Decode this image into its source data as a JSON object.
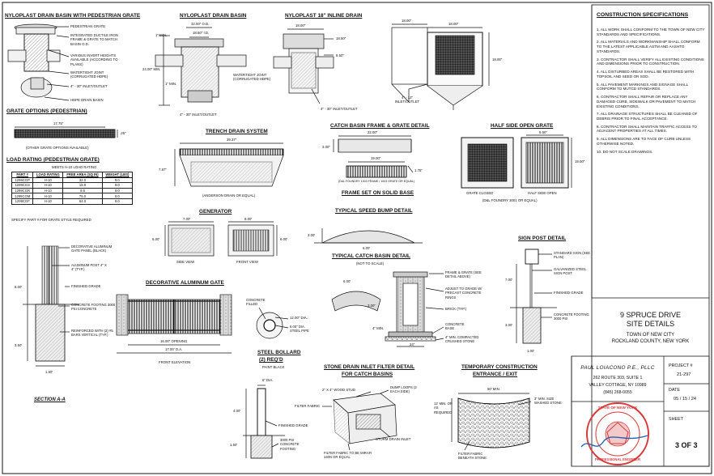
{
  "details": {
    "nyloplast_pedestrian": {
      "title": "NYLOPLAST DRAIN BASIN WITH PEDESTRIAN GRATE",
      "callouts": [
        "PEDESTRIAN GRATE",
        "INTEGRATED DUCTILE IRON FRAME & GRATE TO MATCH BASIN O.D.",
        "VARIOUS INVERT HEIGHTS AVAILABLE (ACCORDING TO PLANS)",
        "WATERTIGHT JOINT (CORRUGATED HDPE)",
        "4\" - 30\" INLET/OUTLET",
        "HDPE DRAIN BASIN"
      ]
    },
    "nyloplast_basin": {
      "title": "NYLOPLAST DRAIN BASIN",
      "dims": [
        "32.00\" O.D.",
        "18.50\" I.D.",
        "1\" MIN.",
        "24.00\" MIN.",
        "1\" MIN."
      ],
      "callouts": [
        "WATERTIGHT JOINT (CORRUGATED HDPE)",
        "4\" - 30\" INLET/OUTLET"
      ]
    },
    "inline_drain": {
      "title": "NYLOPLAST 18\" INLINE DRAIN",
      "dims": [
        "18.00\"",
        "18.50\"",
        "8.50\""
      ],
      "callouts": [
        "4\" - 30\" INLET/OUTLET"
      ]
    },
    "catch_basin_plan": {
      "dims": [
        "18.00\"",
        "18.00\"",
        "18.00\""
      ],
      "callout": "4\" - 12\" INLET/OUTLET"
    },
    "grate_options": {
      "title": "GRATE OPTIONS (PEDESTRIAN)",
      "dims": [
        "17.75\"",
        ".25\""
      ],
      "note": "(OTHER GRATE OPTIONS AVAILABLE)"
    },
    "load_rating": {
      "title": "LOAD RATING (PEDESTRIAN GRATE)",
      "subtitle": "MEETS H-10 LOAD RATING",
      "headers": [
        "PART #",
        "LOAD RATING",
        "FREE AREA (SQ IN)",
        "WEIGHT (LBS)"
      ],
      "rows": [
        [
          "1299CGP",
          "H-10",
          "32.0",
          "9.0"
        ],
        [
          "1299CGS",
          "H-10",
          "18.9",
          "9.0"
        ],
        [
          "1299CGR",
          "H-10",
          "9.6",
          "9.0"
        ],
        [
          "1299CGM",
          "H-10",
          "76.0",
          "9.0"
        ],
        [
          "1299CGF",
          "H-10",
          "64.0",
          "9.0"
        ]
      ],
      "note": "SPECIFY PART # FOR GRATE STYLE REQUIRED"
    },
    "trench_drain": {
      "title": "TRENCH DRAIN SYSTEM",
      "dims": [
        "39.37\"",
        "7.87\""
      ],
      "note": "(ANDERSON DRAIN OR EQUAL)"
    },
    "cb_frame_grate": {
      "title": "CATCH BASIN FRAME & GRATE DETAIL",
      "dims": [
        "22.00\"",
        "3.00\"",
        "19.00\"",
        "1.75\""
      ],
      "note": "(D&L FOUNDRY 1003 FRAME / 1003 GRATE OR EQUAL)",
      "subtitle": "FRAME SET ON SOLID BASE"
    },
    "half_side_grate": {
      "title": "HALF SIDE OPEN GRATE",
      "dims": [
        "9.50\"",
        "19.00\""
      ],
      "labels": [
        "GRATE CLOSED",
        "HALF SIDE OPEN"
      ],
      "note": "(D&L FOUNDRY 3001 OR EQUAL)"
    },
    "generator": {
      "title": "GENERATOR",
      "dims": [
        "7.00'",
        "8.00'",
        "6.00'",
        "6.00'"
      ],
      "labels": [
        "SIDE VIEW",
        "FRONT VIEW"
      ]
    },
    "speed_bump": {
      "title": "TYPICAL SPEED BUMP DETAIL",
      "dims": [
        "3.00'",
        "6.00'"
      ]
    },
    "typical_catch_basin": {
      "title": "TYPICAL CATCH BASIN DETAIL",
      "subtitle": "(NOT TO SCALE)",
      "dims": [
        "6.00'",
        "3.00\"",
        "4\" MIN.",
        "24\""
      ],
      "callouts": [
        "FRAME & GRATE (SEE DETAIL ABOVE)",
        "ADJUST TO GRADE W/ PRECAST CONCRETE RINGS",
        "BRICK (TYP.)",
        "CONCRETE BASE",
        "4\" MIN. COMPACTED CRUSHED STONE"
      ]
    },
    "sign_post": {
      "title": "SIGN POST DETAIL",
      "dims": [
        "7.00'",
        "3.00'",
        "1.00'"
      ],
      "callouts": [
        "STANDARD SIGN (SEE PLAN)",
        "GALVANIZED STEEL SIGN POST",
        "FINISHED GRADE",
        "CONCRETE FOOTING 3000 PSI"
      ]
    },
    "section_aa": {
      "title": "SECTION A-A",
      "dims": [
        "6.00'",
        "3.50'",
        "1.50'"
      ],
      "callouts": [
        "DECORATIVE ALUMINUM GATE PANEL (BLACK)",
        "ALUMINUM POST 4\" X 4\" (TYP.)",
        "FINISHED GRADE",
        "CONCRETE FOOTING 3000 PSI CONCRETE",
        "REINFORCED WITH (2) #5 BARS VERTICAL (TYP.)"
      ]
    },
    "aluminum_gate": {
      "title": "DECORATIVE ALUMINUM GATE",
      "dims": [
        "16.00\" OPENING",
        "17.00' O.A."
      ],
      "note": "FRONT ELEVATION"
    },
    "steel_bollard": {
      "title": "STEEL BOLLARD",
      "subtitle": "(2) REQ'D",
      "note": "PAINT BLACK",
      "callouts": [
        "CONCRETE FILLED",
        "12.00\" DIA.",
        "6.00\" DIA. STEEL PIPE"
      ]
    },
    "bollard_section": {
      "dims": [
        "6\" DIA.",
        "4.00'",
        "1.50'"
      ],
      "callouts": [
        "FINISHED GRADE",
        "3000 PSI CONCRETE FOOTING"
      ]
    },
    "stone_inlet": {
      "title": "STONE DRAIN INLET FILTER DETAIL",
      "subtitle": "FOR CATCH BASINS",
      "callouts": [
        "2\" X 4\" WOOD STUD",
        "DUMP LOOPS (2 EACH SIDE)",
        "FILTER FABRIC",
        "STORM DRAIN INLET",
        "FILTER FABRIC TO BE MIRAFI 140N OR EQUAL"
      ]
    },
    "construction_entrance": {
      "title": "TEMPORARY CONSTRUCTION",
      "subtitle": "ENTRANCE / EXIT",
      "dims": [
        "50' MIN."
      ],
      "callouts": [
        "12' MIN. OR AS REQUIRED",
        "3\" MIN. SIZE WASHED STONE",
        "FILTER FABRIC BENEATH STONE"
      ]
    }
  },
  "specs": {
    "title": "CONSTRUCTION SPECIFICATIONS",
    "items": [
      "1.  ALL WORK SHALL CONFORM TO THE TOWN OF NEW CITY STANDARDS AND SPECIFICATIONS.",
      "2.  ALL MATERIALS AND WORKMANSHIP SHALL CONFORM TO THE LATEST APPLICABLE ASTM AND AASHTO STANDARDS.",
      "3.  CONTRACTOR SHALL VERIFY ALL EXISTING CONDITIONS AND DIMENSIONS PRIOR TO CONSTRUCTION.",
      "4.  ALL DISTURBED AREAS SHALL BE RESTORED WITH TOPSOIL AND SEED OR SOD.",
      "5.  ALL PAVEMENT MARKINGS AND SIGNAGE SHALL CONFORM TO MUTCD STANDARDS.",
      "6.  CONTRACTOR SHALL REPAIR OR REPLACE ANY DAMAGED CURB, SIDEWALK OR PAVEMENT TO MATCH EXISTING CONDITIONS.",
      "7.  ALL DRAINAGE STRUCTURES SHALL BE CLEANED OF DEBRIS PRIOR TO FINAL ACCEPTANCE.",
      "8.  CONTRACTOR SHALL MAINTAIN TRAFFIC ACCESS TO ADJACENT PROPERTIES AT ALL TIMES.",
      "9.  ALL DIMENSIONS ARE TO FACE OF CURB UNLESS OTHERWISE NOTED.",
      "10. DO NOT SCALE DRAWINGS."
    ]
  },
  "title_block": {
    "project_name_1": "9 SPRUCE DRIVE",
    "project_name_2": "SITE DETAILS",
    "town_1": "TOWN OF NEW CITY",
    "town_2": "ROCKLAND COUNTY, NEW YORK",
    "firm": "PAUL LOIACONO P.E., PLLC",
    "address_1": "262 ROUTE 303, SUITE 1",
    "address_2": "VALLEY COTTAGE, NY 10989",
    "phone": "(845) 268-0055",
    "project_label": "PROJECT #",
    "project_number": "21-297",
    "date_label": "DATE",
    "date": "05 / 15 / 24",
    "sheet_label": "SHEET",
    "sheet": "3 OF 3",
    "seal_text_top": "STATE OF NEW YORK",
    "seal_text_bottom": "PROFESSIONAL ENGINEER"
  },
  "colors": {
    "ink": "#111111",
    "seal": "#d83a3a",
    "signature": "#2a5fb0"
  }
}
